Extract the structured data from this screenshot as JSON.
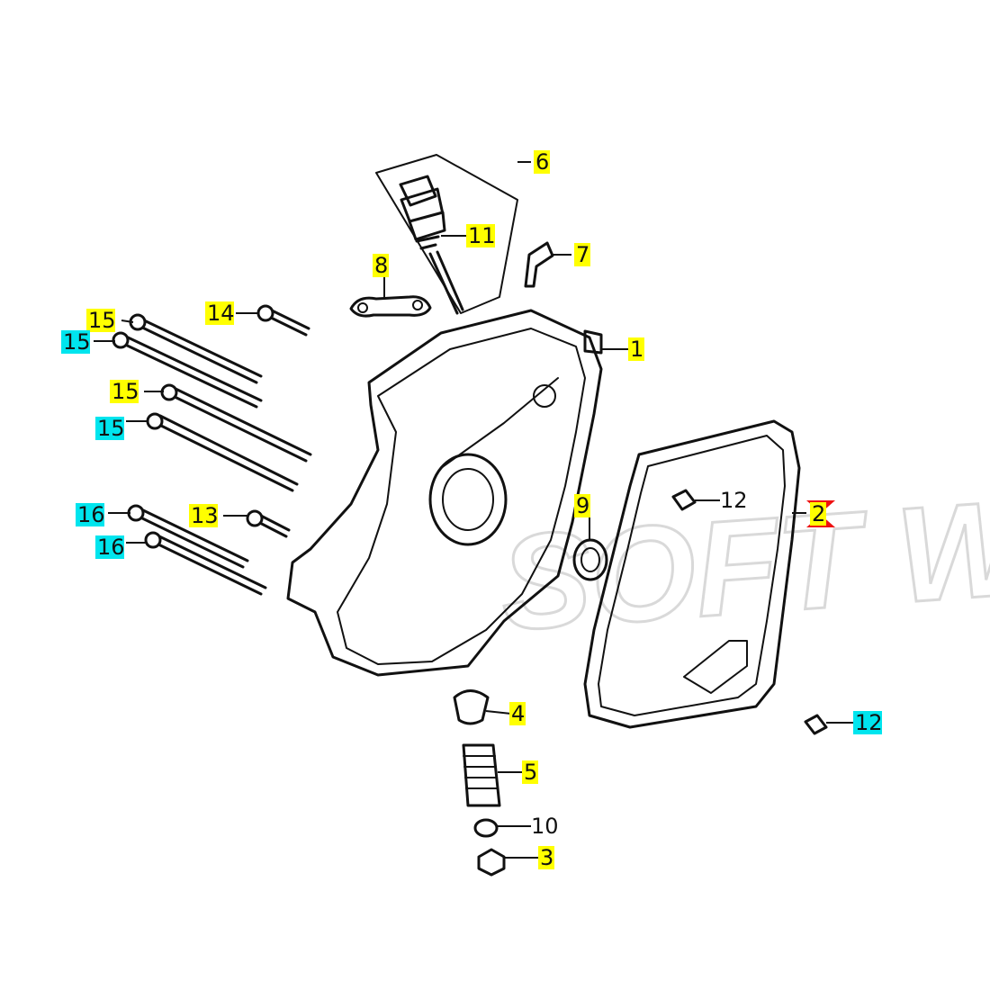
{
  "watermark": "SOFT WAY",
  "colors": {
    "label_yellow": "#ffff00",
    "label_cyan": "#00e5ee",
    "marker_red": "#ee1111",
    "line": "#111111",
    "watermark": "#d9d9d9"
  },
  "parts": [
    {
      "number": "1",
      "highlight": "yellow"
    },
    {
      "number": "2",
      "highlight": "yellow"
    },
    {
      "number": "3",
      "highlight": "yellow"
    },
    {
      "number": "4",
      "highlight": "yellow"
    },
    {
      "number": "5",
      "highlight": "yellow"
    },
    {
      "number": "6",
      "highlight": "yellow"
    },
    {
      "number": "7",
      "highlight": "yellow"
    },
    {
      "number": "8",
      "highlight": "yellow"
    },
    {
      "number": "9",
      "highlight": "yellow"
    },
    {
      "number": "10",
      "highlight": "none"
    },
    {
      "number": "11",
      "highlight": "yellow"
    },
    {
      "number": "12",
      "highlight": "none"
    },
    {
      "number": "12",
      "highlight": "cyan"
    },
    {
      "number": "13",
      "highlight": "yellow"
    },
    {
      "number": "14",
      "highlight": "yellow"
    },
    {
      "number": "15",
      "highlight": "yellow"
    },
    {
      "number": "15",
      "highlight": "cyan"
    },
    {
      "number": "15",
      "highlight": "yellow"
    },
    {
      "number": "15",
      "highlight": "cyan"
    },
    {
      "number": "16",
      "highlight": "cyan"
    },
    {
      "number": "16",
      "highlight": "cyan"
    }
  ]
}
